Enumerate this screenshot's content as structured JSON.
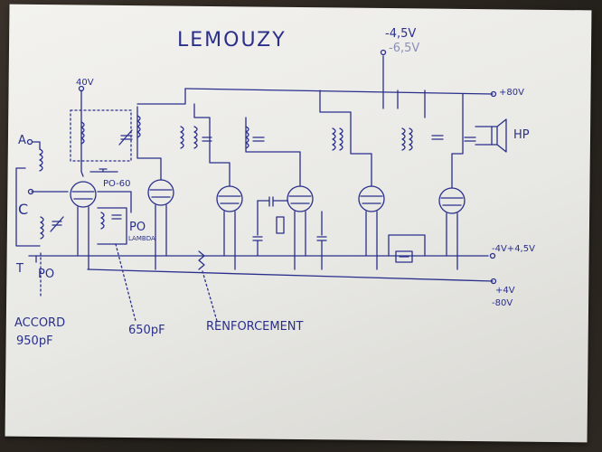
{
  "title": "LEMOUZY",
  "labels": {
    "top_voltage": "-4,5V",
    "top_voltage_faded": "-6,5V",
    "v40": "40V",
    "plus80": "+80V",
    "a": "A",
    "c": "C",
    "t": "T",
    "po": "PO",
    "accord": "ACCORD",
    "pf950": "950pF",
    "po60": "PO-60",
    "po_right": "PO",
    "lambda": "LAMBDA",
    "pf650": "650pF",
    "renforcement": "RENFORCEMENT",
    "hp": "HP",
    "minus4v": "-4V+4,5V",
    "plus4v": "+4V",
    "minus80v": "-80V"
  }
}
